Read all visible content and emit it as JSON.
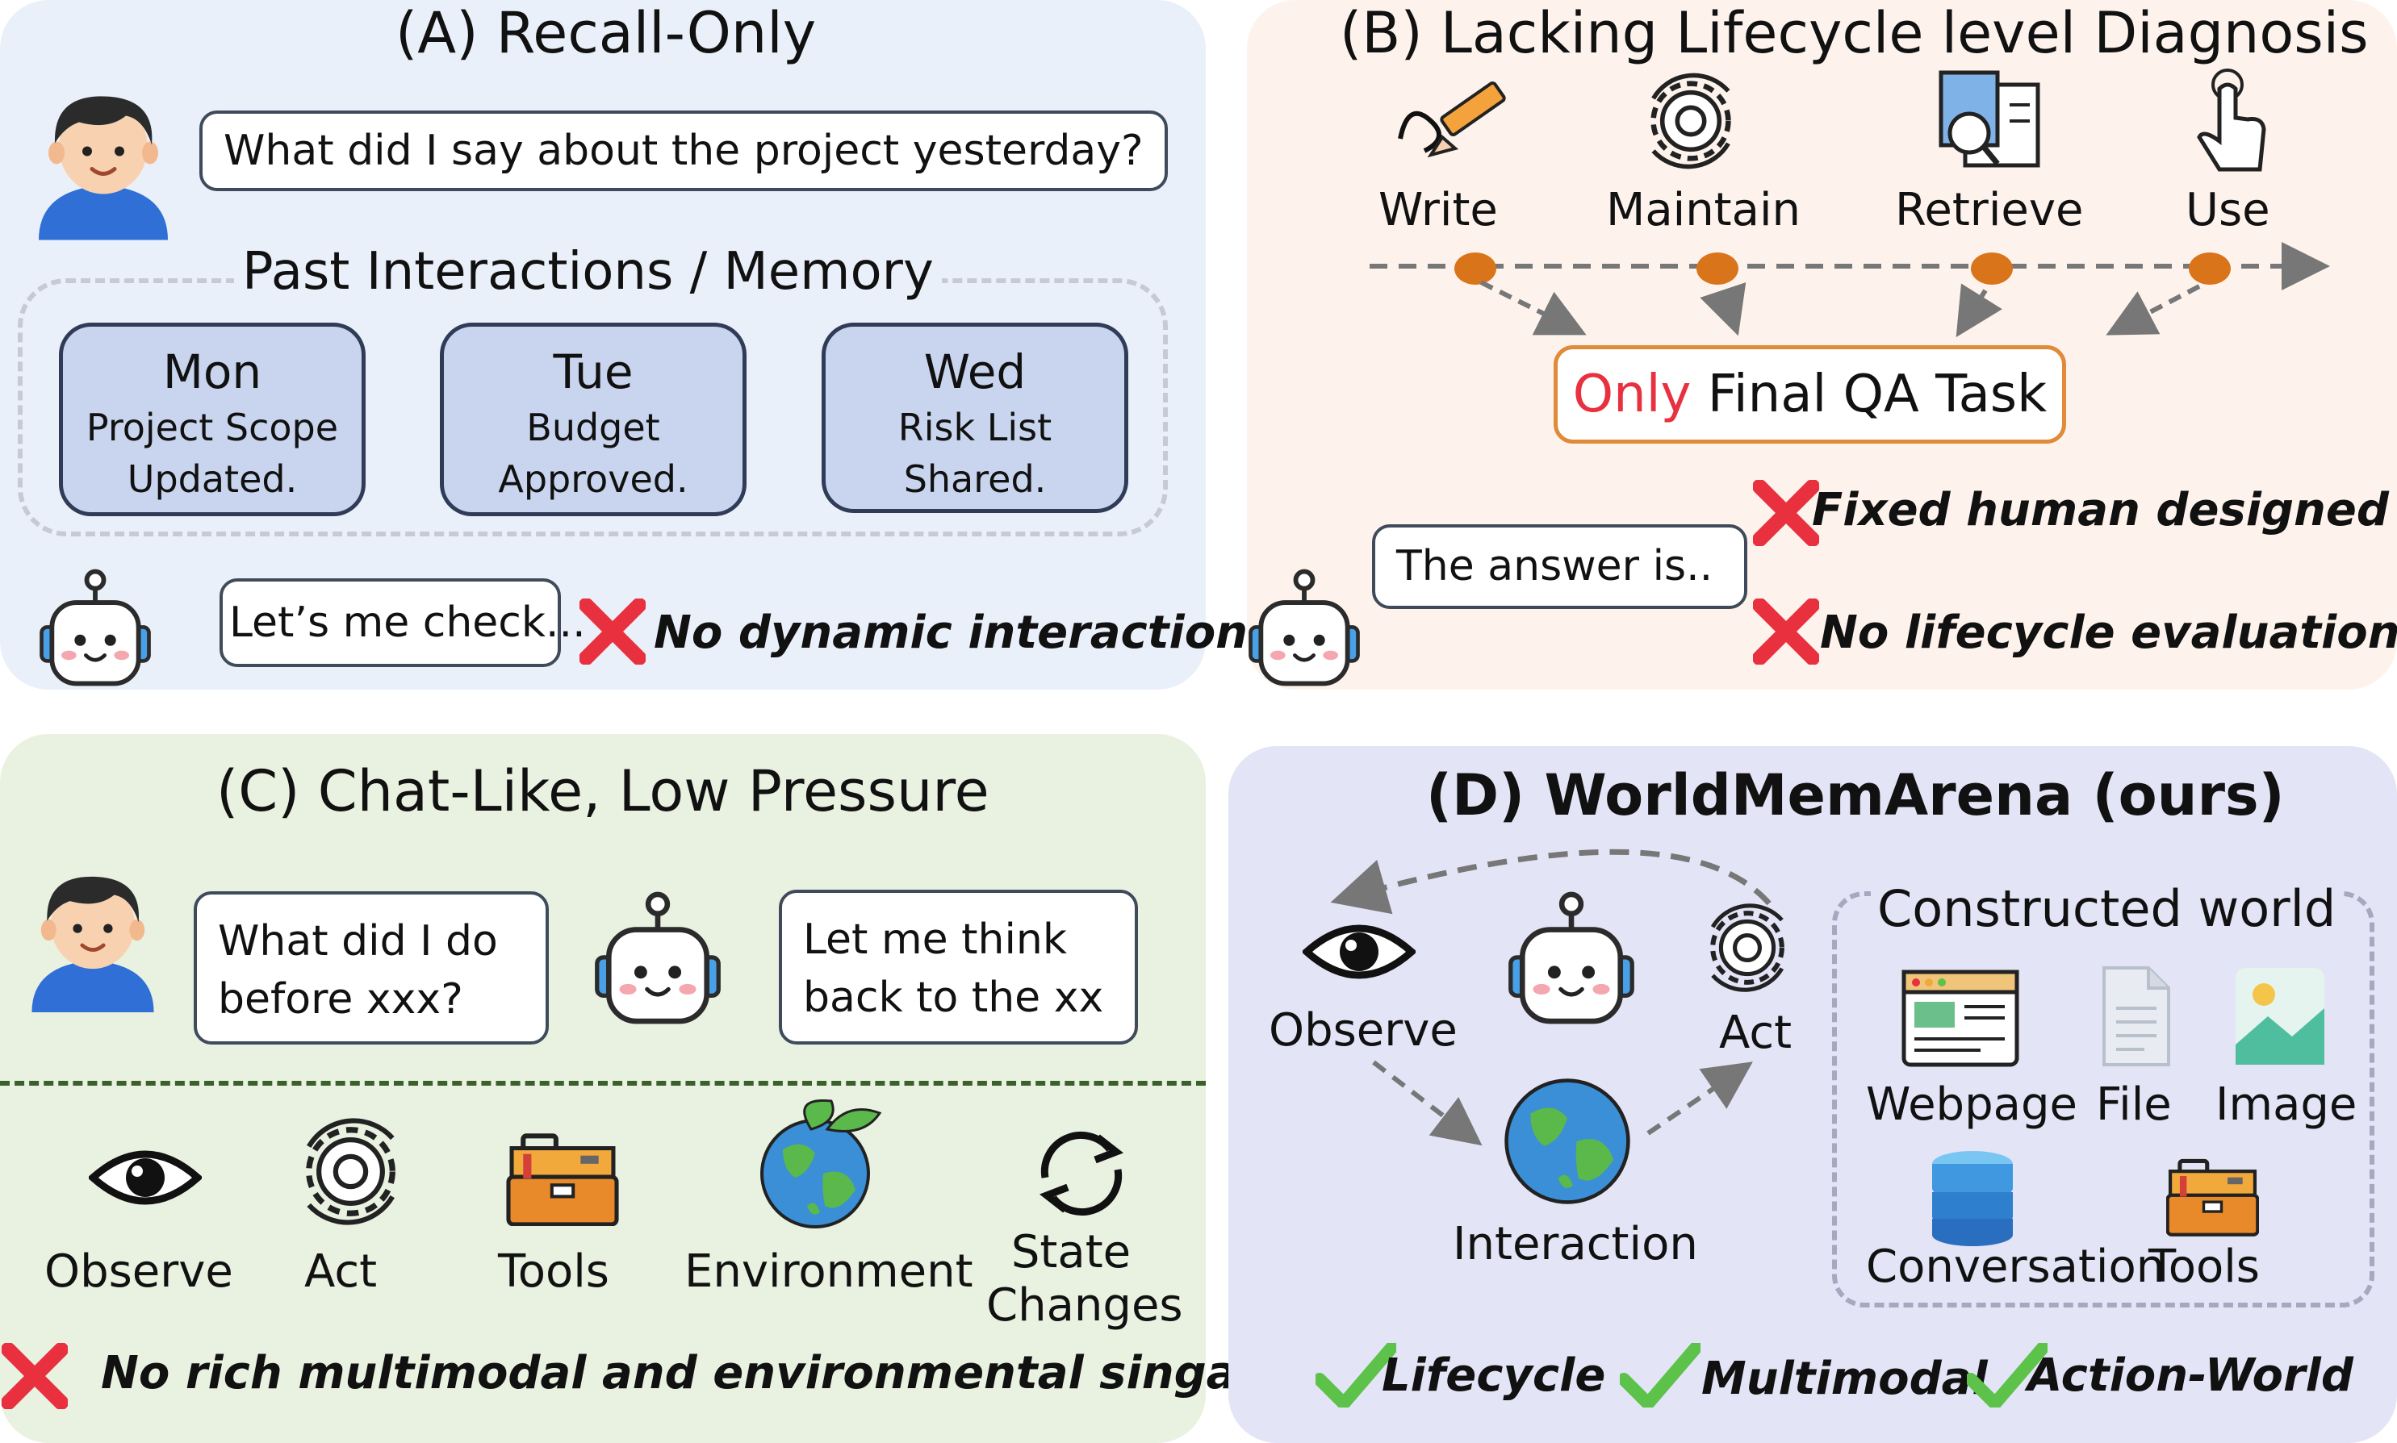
{
  "panelA": {
    "title": "(A) Recall-Only",
    "question": "What did I say about the project yesterday?",
    "memory_title": "Past Interactions / Memory",
    "cards": [
      {
        "day": "Mon",
        "line1": "Project Scope",
        "line2": "Updated."
      },
      {
        "day": "Tue",
        "line1": "Budget",
        "line2": "Approved."
      },
      {
        "day": "Wed",
        "line1": "Risk List",
        "line2": "Shared."
      }
    ],
    "bot_reply": "Let’s me check...",
    "issue": "No dynamic interaction"
  },
  "panelB": {
    "title": "(B) Lacking Lifecycle level Diagnosis",
    "stages": [
      "Write",
      "Maintain",
      "Retrieve",
      "Use"
    ],
    "task_highlight": "Only",
    "task_rest": " Final QA Task",
    "bot_reply": "The answer is..",
    "issue1": "Fixed human designed",
    "issue2": "No lifecycle  evaluation"
  },
  "panelC": {
    "title": "(C) Chat-Like, Low Pressure",
    "question_line1": "What did I do",
    "question_line2": "before xxx?",
    "bot_line1": "Let me think",
    "bot_line2": "back to the xx",
    "items": [
      "Observe",
      "Act",
      "Tools",
      "Environment"
    ],
    "state_line1": "State",
    "state_line2": "Changes",
    "issue": "No rich multimodal and environmental singals"
  },
  "panelD": {
    "title": "(D) WorldMemArena (ours)",
    "observe": "Observe",
    "act": "Act",
    "interaction": "Interaction",
    "world_title": "Constructed world",
    "world_items": [
      "Webpage",
      "File",
      "Image",
      "Conversation",
      "Tools"
    ],
    "checks": [
      "Lifecycle",
      "Multimodal",
      "Action-World"
    ]
  },
  "colors": {
    "accent_red": "#e8303f",
    "check_green": "#5cc24a",
    "orange": "#d9741a"
  }
}
